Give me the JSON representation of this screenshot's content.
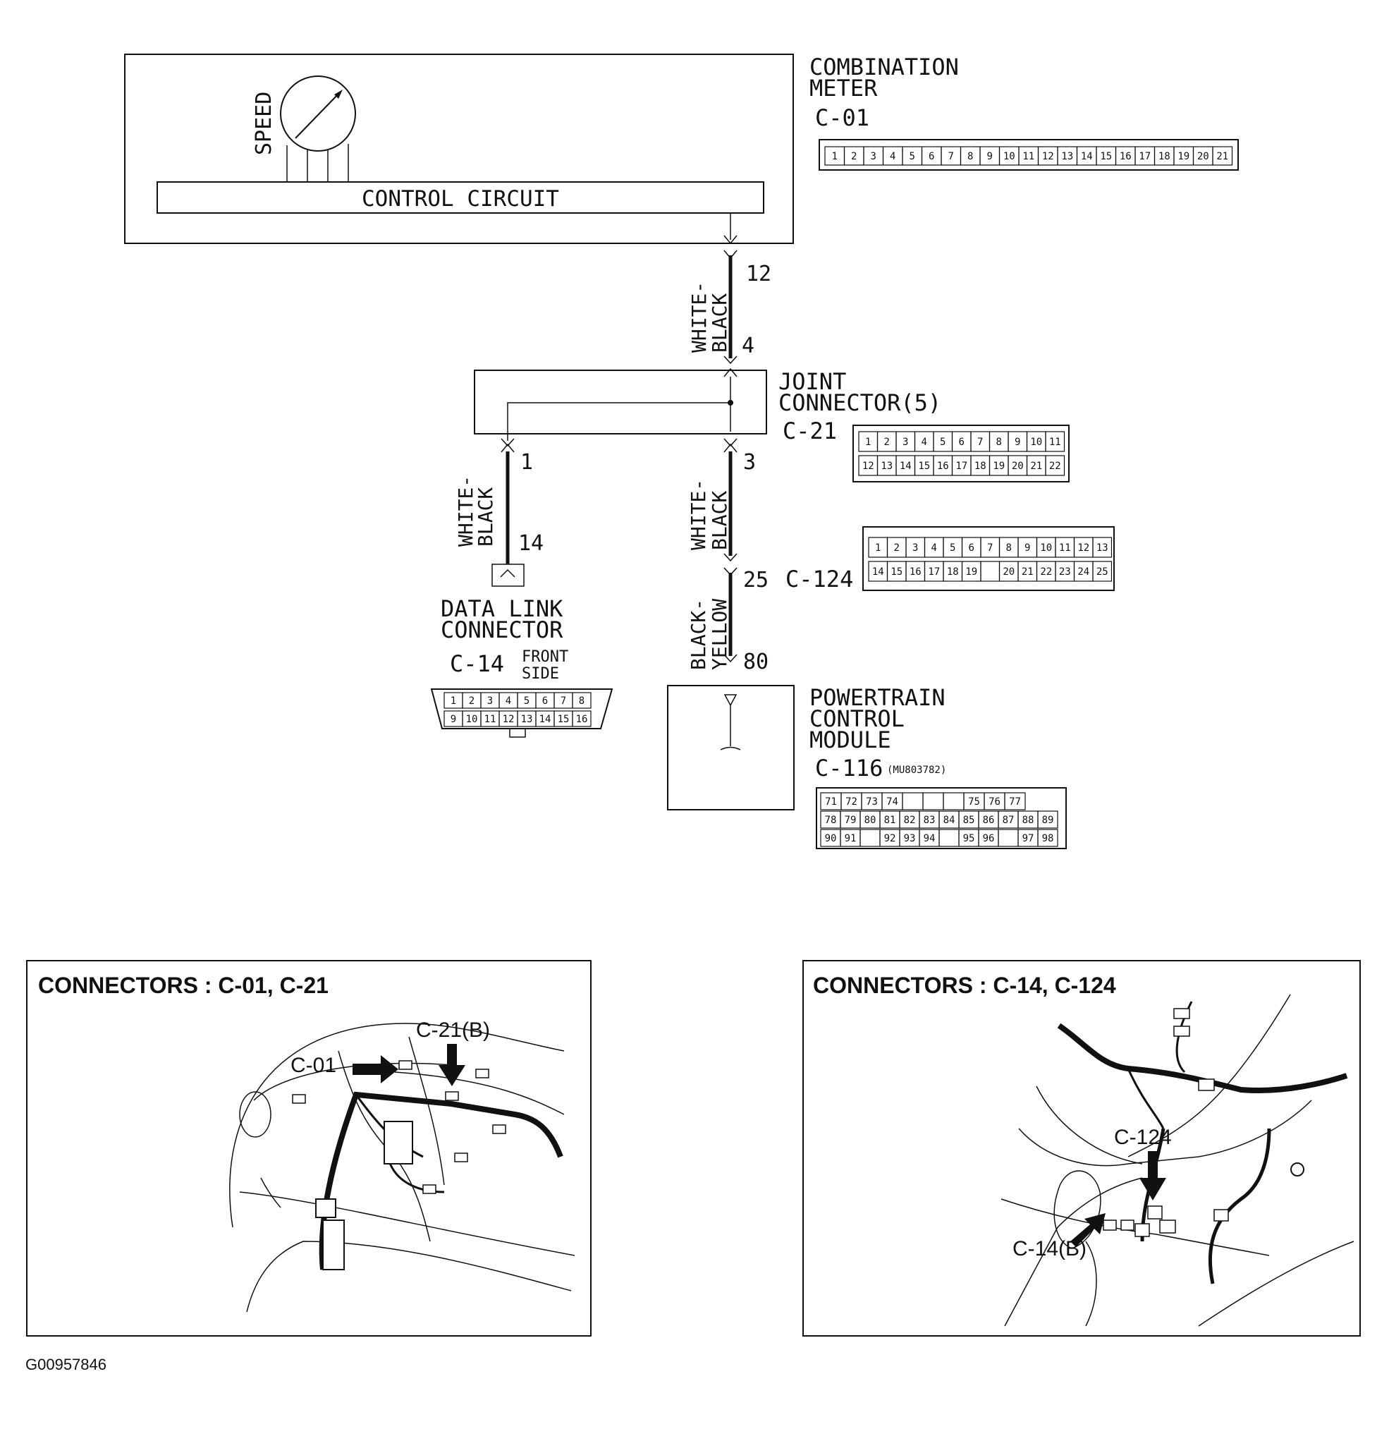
{
  "figure_id": "G00957846",
  "components": {
    "combination_meter": {
      "title_line1": "COMBINATION",
      "title_line2": "METER",
      "connector": "C-01",
      "speed_label": "SPEED",
      "control_circuit": "CONTROL CIRCUIT"
    },
    "joint_connector": {
      "title_line1": "JOINT",
      "title_line2": "CONNECTOR(5)",
      "connector": "C-21"
    },
    "data_link_connector": {
      "title_line1": "DATA LINK",
      "title_line2": "CONNECTOR",
      "connector": "C-14",
      "side_line1": "FRONT",
      "side_line2": "SIDE"
    },
    "c124": {
      "connector": "C-124"
    },
    "pcm": {
      "title_line1": "POWERTRAIN",
      "title_line2": "CONTROL",
      "title_line3": "MODULE",
      "connector": "C-116",
      "part_no": "(MU803782)"
    }
  },
  "wires": {
    "w1": {
      "color_line1": "WHITE-",
      "color_line2": "BLACK",
      "pin_top": "12",
      "pin_bottom": "4"
    },
    "w2": {
      "color_line1": "WHITE-",
      "color_line2": "BLACK",
      "pin_top": "1",
      "pin_bottom": "14"
    },
    "w3": {
      "color_line1": "WHITE-",
      "color_line2": "BLACK",
      "pin_top": "3",
      "pin_bottom": "25"
    },
    "w4": {
      "color_line1": "BLACK-",
      "color_line2": "YELLOW",
      "pin_bottom": "80"
    }
  },
  "pinouts": {
    "c01": [
      "1",
      "2",
      "3",
      "4",
      "5",
      "6",
      "7",
      "8",
      "9",
      "10",
      "11",
      "12",
      "13",
      "14",
      "15",
      "16",
      "17",
      "18",
      "19",
      "20",
      "21"
    ],
    "c21_row1": [
      "1",
      "2",
      "3",
      "4",
      "5",
      "6",
      "7",
      "8",
      "9",
      "10",
      "11"
    ],
    "c21_row2": [
      "12",
      "13",
      "14",
      "15",
      "16",
      "17",
      "18",
      "19",
      "20",
      "21",
      "22"
    ],
    "c124_row1": [
      "1",
      "2",
      "3",
      "4",
      "5",
      "6",
      "7",
      "8",
      "9",
      "10",
      "11",
      "12",
      "13"
    ],
    "c124_row2": [
      "14",
      "15",
      "16",
      "17",
      "18",
      "19",
      "",
      "20",
      "21",
      "22",
      "23",
      "24",
      "25"
    ],
    "c14_row1": [
      "1",
      "2",
      "3",
      "4",
      "5",
      "6",
      "7",
      "8"
    ],
    "c14_row2": [
      "9",
      "10",
      "11",
      "12",
      "13",
      "14",
      "15",
      "16"
    ],
    "c116_row1": [
      "71",
      "72",
      "73",
      "74",
      "",
      "",
      "",
      "75",
      "76",
      "77"
    ],
    "c116_row2": [
      "78",
      "79",
      "80",
      "81",
      "82",
      "83",
      "84",
      "85",
      "86",
      "87",
      "88",
      "89"
    ],
    "c116_row3": [
      "90",
      "91",
      "",
      "92",
      "93",
      "94",
      "",
      "95",
      "96",
      "",
      "97",
      "98"
    ]
  },
  "location_views": {
    "left": {
      "title": "CONNECTORS : C-01, C-21",
      "callout_a": "C-01",
      "callout_b": "C-21(B)"
    },
    "right": {
      "title": "CONNECTORS : C-14, C-124",
      "callout_a": "C-124",
      "callout_b": "C-14(B)"
    }
  }
}
